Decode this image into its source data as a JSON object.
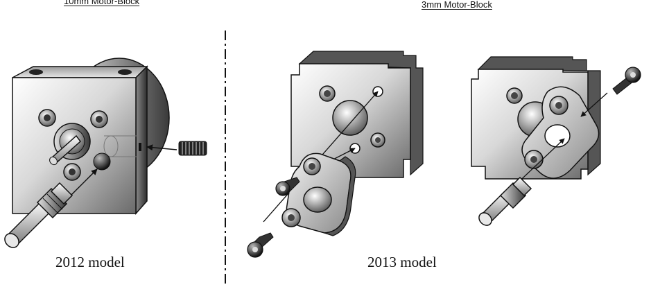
{
  "headers": {
    "left": "10mm Motor-Block",
    "right": "3mm Motor-Block"
  },
  "captions": {
    "left": "2012 model",
    "right": "2013 model"
  },
  "colors": {
    "line": "#111111",
    "metal_light": "#f2f2f2",
    "metal_mid": "#b8b8b8",
    "metal_dark": "#5a5a5a",
    "background": "#ffffff"
  },
  "icons": {
    "divider": "dash-dot-line",
    "screws": "socket-head-cap-screw",
    "set_screw": "threaded-set-screw",
    "shafts": "motor-shaft"
  }
}
